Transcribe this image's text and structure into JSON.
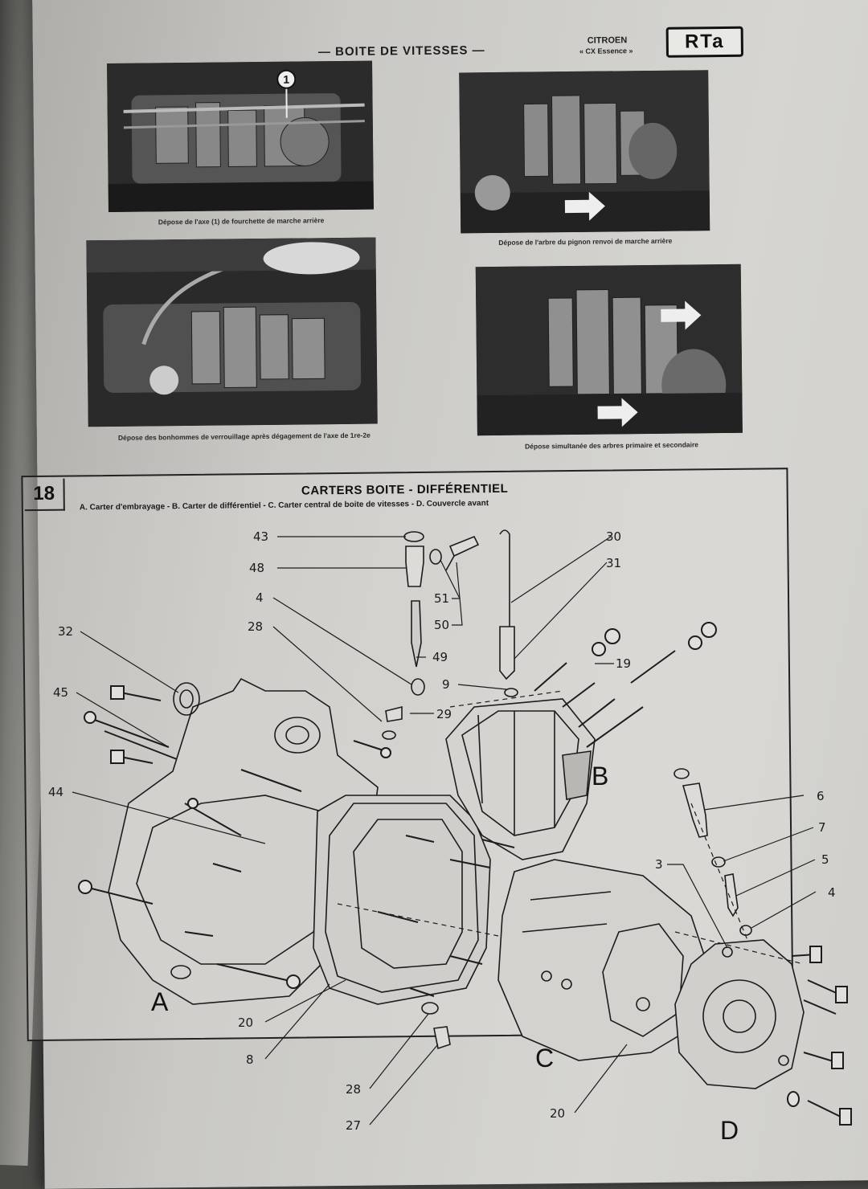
{
  "header": {
    "section_title": "— BOITE DE VITESSES —",
    "brand": "CITROEN",
    "model": "« CX Essence »",
    "logo_text": "RTa"
  },
  "photos": [
    {
      "caption": "Dépose de l'axe (1) de fourchette de marche arrière",
      "callout": "1"
    },
    {
      "caption": "Dépose de l'arbre du pignon renvoi de marche arrière"
    },
    {
      "caption": "Dépose des bonhommes de verrouillage après dégagement de l'axe de 1re-2e"
    },
    {
      "caption": "Dépose simultanée des arbres primaire et secondaire"
    }
  ],
  "panel": {
    "number": "18",
    "title": "CARTERS BOITE - DIFFÉRENTIEL",
    "subtitle": "A. Carter d'embrayage - B. Carter de différentiel - C. Carter central de boite de vitesses - D. Couvercle avant"
  },
  "diagram": {
    "part_numbers": [
      "43",
      "48",
      "4",
      "32",
      "28",
      "45",
      "44",
      "51",
      "50",
      "49",
      "9",
      "29",
      "30",
      "31",
      "19",
      "6",
      "7",
      "5",
      "4",
      "3",
      "20",
      "8",
      "28",
      "27",
      "20"
    ],
    "case_letters": [
      "A",
      "B",
      "C",
      "D"
    ]
  }
}
